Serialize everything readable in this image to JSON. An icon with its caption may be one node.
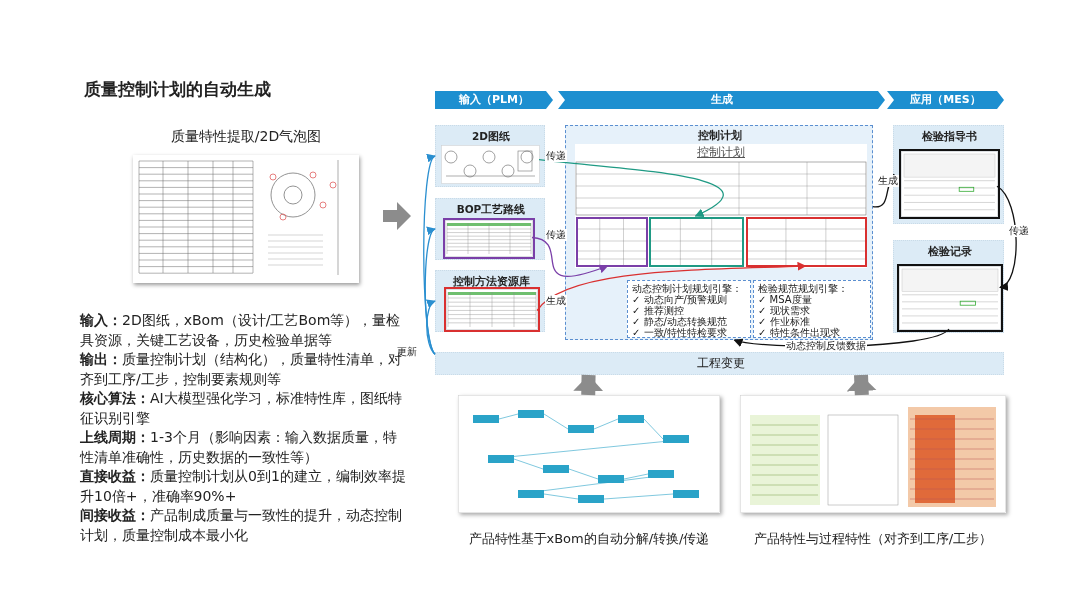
{
  "diagram": {
    "title": "质量控制计划的自动生成",
    "nodes": [
      {
        "text": [
          "质量特性提取/2D气泡图"
        ]
      },
      {
        "text": [
          "输入（PLM）"
        ]
      },
      {
        "text": [
          "生成"
        ]
      },
      {
        "text": [
          "应用（MES）"
        ]
      },
      {
        "text": [
          "2D图纸"
        ]
      },
      {
        "text": [],
        "shape": "picture",
        "in": 4
      },
      {
        "text": [
          "BOP工艺路线"
        ]
      },
      {
        "text": [],
        "shape": "picture",
        "in": 6
      },
      {
        "text": [
          "控制方法资源库"
        ]
      },
      {
        "text": [],
        "shape": "picture",
        "in": 8
      },
      {
        "text": [
          "控制计划"
        ]
      },
      {
        "text": [
          "控制计划"
        ],
        "in": 10
      },
      {
        "text": [],
        "shape": "box",
        "in": 11
      },
      {
        "text": [],
        "shape": "box",
        "in": 11
      },
      {
        "text": [],
        "shape": "box",
        "in": 11
      },
      {
        "text": [
          "动态控制计划规划引擎：",
          "✓ 动态向产/预警规则",
          "✓ 推荐测控",
          "✓ 静态/动态转换规范",
          "✓ 一致/特性特检要求"
        ],
        "in": 10
      },
      {
        "text": [
          "检验规范规划引擎：",
          "✓ MSA度量",
          "✓ 现状需求",
          "✓ 作业标准",
          "✓ 特性条件出现求"
        ],
        "in": 10
      },
      {
        "text": [
          "检验指导书"
        ]
      },
      {
        "text": [],
        "shape": "picture",
        "in": 17
      },
      {
        "text": [
          "检验记录"
        ]
      },
      {
        "text": [],
        "shape": "picture",
        "in": 19
      },
      {
        "text": [
          "工程变更"
        ]
      },
      {
        "text": [],
        "shape": "picture",
        "beside": [
          "产品特性基于xBom的自动分解/转换/传递"
        ]
      },
      {
        "text": [],
        "shape": "picture",
        "beside": [
          "产品特性与过程特性（对齐到工序/工步）"
        ]
      }
    ],
    "edges": [
      {
        "from": 5,
        "to": 13,
        "arrow": "to",
        "label": "传递",
        "color": "#1f9a84"
      },
      {
        "from": 7,
        "to": 12,
        "arrow": "to",
        "label": "传递",
        "color": "#7a3fa8"
      },
      {
        "from": 9,
        "to": 14,
        "arrow": "to",
        "label": "生成",
        "color": "#d93030"
      },
      {
        "from": 10,
        "to": 18,
        "arrow": "to",
        "label": "生成"
      },
      {
        "from": 18,
        "to": 20,
        "arrow": "to",
        "label": "传递"
      },
      {
        "from": 20,
        "to": 10,
        "arrow": "to",
        "label": "动态控制反馈数据"
      },
      {
        "from": 21,
        "to": 4,
        "arrow": "to",
        "color": "#2a8fd0"
      },
      {
        "from": 21,
        "to": 6,
        "arrow": "to",
        "color": "#2a8fd0"
      },
      {
        "from": 21,
        "to": 8,
        "arrow": "to",
        "label": "更新",
        "color": "#2a8fd0"
      },
      {
        "from": 22,
        "to": 21,
        "arrow": "to",
        "style": "thick",
        "color": "#8c8c8c"
      },
      {
        "from": 23,
        "to": 21,
        "arrow": "to",
        "style": "thick",
        "color": "#8c8c8c"
      }
    ],
    "labels": [
      "**输入：**2D图纸，xBom（设计/工艺Bom等），量检具资源，关键工艺设备，历史检验单据等",
      "**输出：**质量控制计划（结构化），质量特性清单，对齐到工序/工步，控制要素规则等",
      "**核心算法：**AI大模型强化学习，标准特性库，图纸特征识别引擎",
      "**上线周期：**1-3个月（影响因素：输入数据质量，特性清单准确性，历史数据的一致性等）",
      "**直接收益：**质量控制计划从0到1的建立，编制效率提升10倍+，准确率90%+",
      "**间接收益：**产品制成质量与一致性的提升，动态控制计划，质量控制成本最小化"
    ]
  }
}
